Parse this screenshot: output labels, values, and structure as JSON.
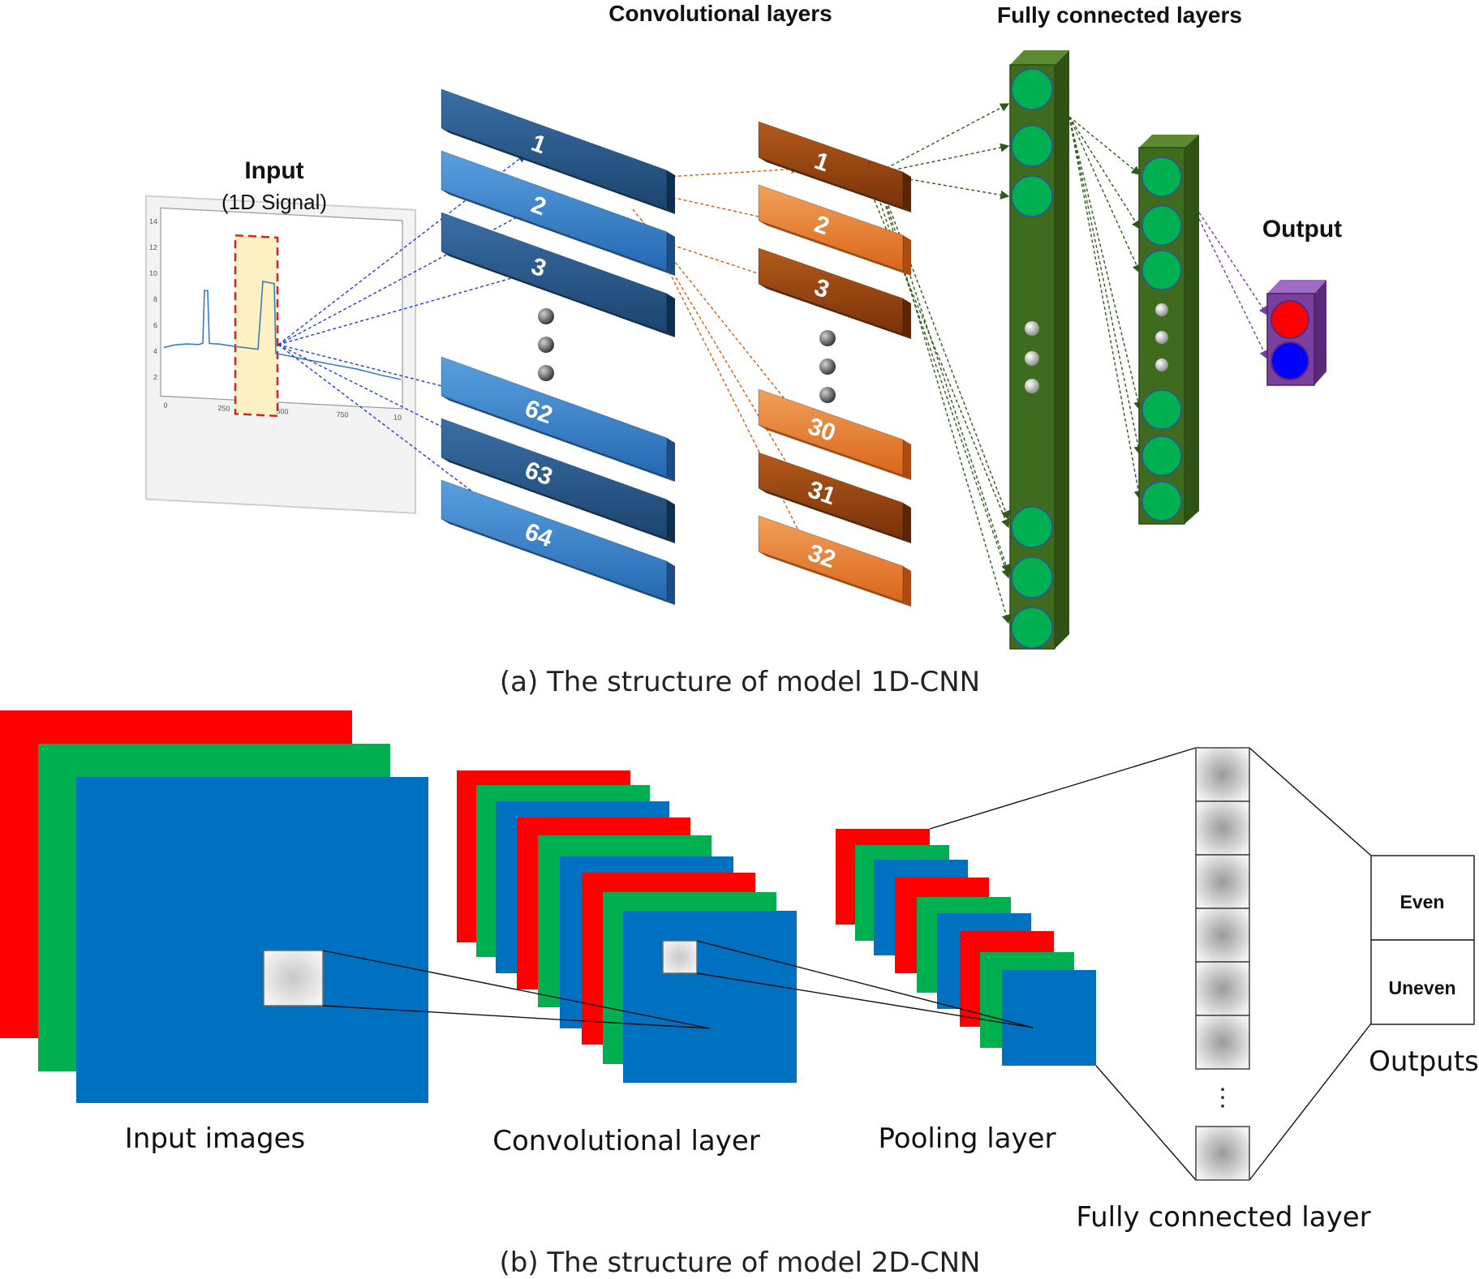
{
  "part_a": {
    "caption": "(a) The structure of model 1D-CNN",
    "input_title": "Input",
    "input_subtitle": "(1D Signal)",
    "signal_plot": {
      "x_ticks": [
        "0",
        "250",
        "500",
        "750",
        "10"
      ],
      "y_ticks": [
        "14",
        "12",
        "10",
        "8",
        "6",
        "4",
        "2"
      ]
    },
    "conv_header": "Convolutional layers",
    "fc_header": "Fully connected layers",
    "output_label": "Output",
    "conv1_labels": [
      "1",
      "2",
      "3",
      "62",
      "63",
      "64"
    ],
    "conv2_labels": [
      "1",
      "2",
      "3",
      "30",
      "31",
      "32"
    ],
    "colors": {
      "conv1_dark": "#1f4e7a",
      "conv1_light": "#2f7cc4",
      "conv2_dark": "#8a3c0a",
      "conv2_light": "#e0741f",
      "fc_bar": "#3f6b1e",
      "fc_node": "#00b050",
      "output_box": "#7b3fa0",
      "output_red": "#ff0000",
      "output_blue": "#0000ff"
    }
  },
  "part_b": {
    "caption": "(b) The structure of model 2D-CNN",
    "input_label": "Input images",
    "conv_label": "Convolutional layer",
    "pool_label": "Pooling layer",
    "fc_label": "Fully connected layer",
    "outputs_label": "Outputs",
    "output_classes": [
      "Even",
      "Uneven"
    ],
    "fc_ellipsis": "⋮",
    "colors": {
      "red": "#ff0000",
      "green": "#00b050",
      "blue": "#0070c0"
    }
  }
}
